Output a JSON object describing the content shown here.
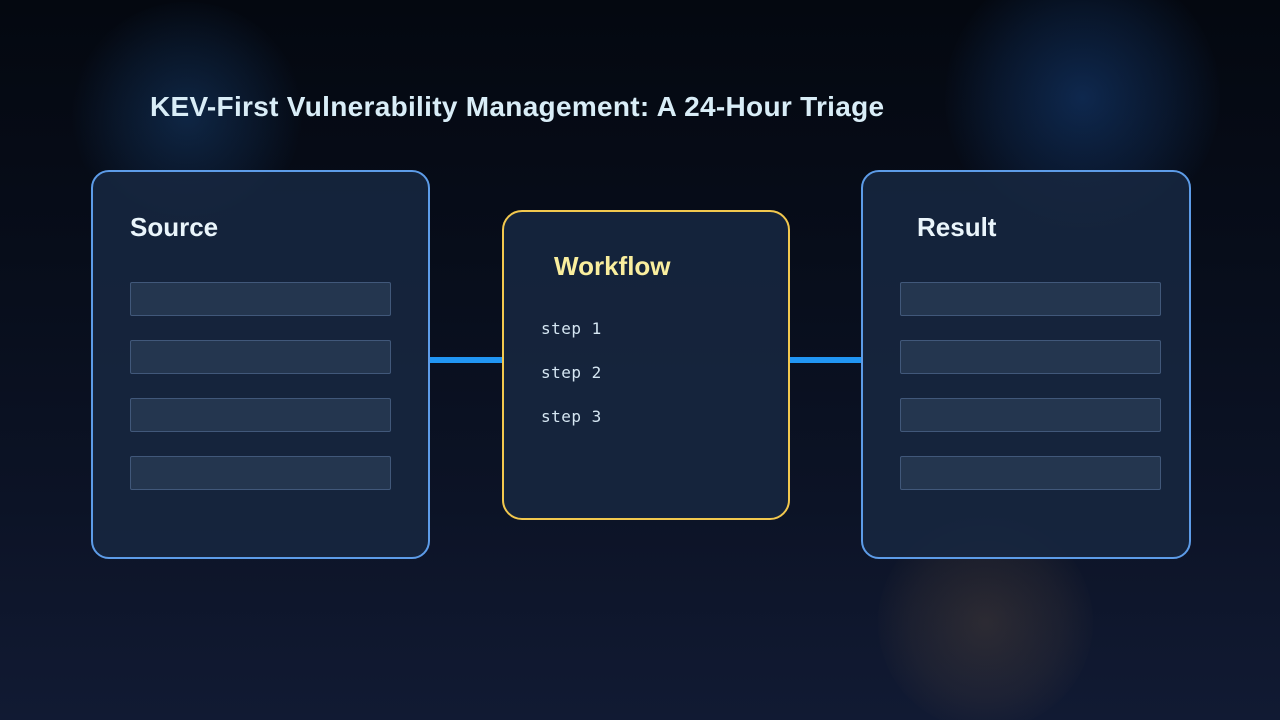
{
  "title": "KEV-First Vulnerability Management: A 24-Hour Triage",
  "panels": {
    "source": {
      "heading": "Source",
      "rows": [
        "",
        "",
        "",
        ""
      ]
    },
    "workflow": {
      "heading": "Workflow",
      "steps": [
        "step 1",
        "step 2",
        "step 3"
      ]
    },
    "result": {
      "heading": "Result",
      "rows": [
        "",
        "",
        "",
        ""
      ]
    }
  },
  "colors": {
    "background_top": "#040810",
    "background_bottom": "#111a33",
    "panel_fill": "#172740",
    "panel_border_blue": "#5d9ce8",
    "panel_border_gold": "#f2c84e",
    "row_fill": "#24364f",
    "row_border": "#41587a",
    "connector_blue": "#2196f3",
    "title_text": "#d9edf7",
    "heading_text": "#eaf5fb",
    "workflow_heading_text": "#f9ee9e",
    "step_text": "#d5e6f2"
  }
}
